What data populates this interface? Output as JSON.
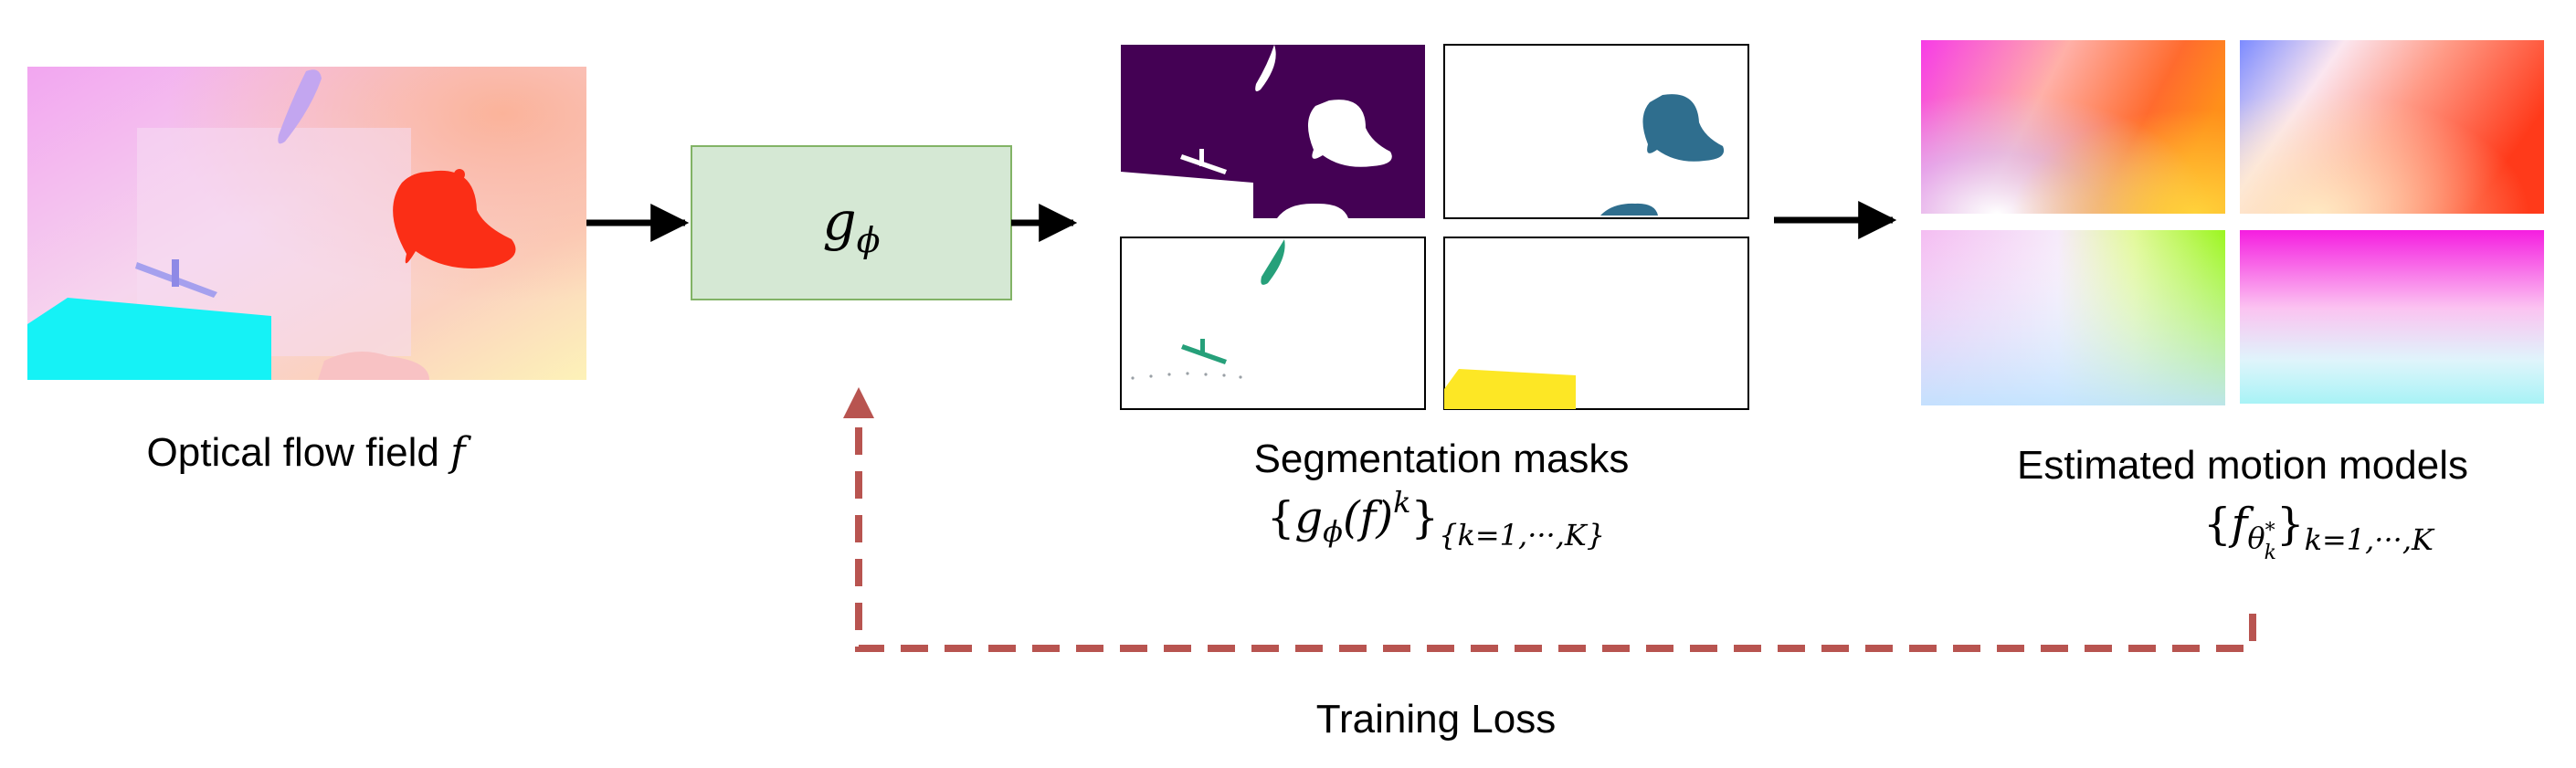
{
  "input": {
    "caption": "Optical flow field",
    "caption_symbol": "f"
  },
  "network": {
    "symbol": "g",
    "subscript": "ϕ",
    "fill": "#d5e8d4",
    "stroke": "#82b366"
  },
  "masks": {
    "caption": "Segmentation masks",
    "formula": {
      "open": "{",
      "body": "g",
      "body_sub": "ϕ",
      "arg": "(f)",
      "power": "k",
      "close": "}",
      "range": "{k=1,···,K}"
    },
    "colors": [
      "#440154",
      "#2f6e8e",
      "#26a07a",
      "#fde725"
    ]
  },
  "models": {
    "caption": "Estimated motion models",
    "formula": {
      "open": "{",
      "body": "f",
      "sub": "θ",
      "sub_sub": "k",
      "sub_sup": "*",
      "close": "}",
      "range": "k=1,···,K"
    }
  },
  "loss": {
    "caption": "Training Loss",
    "color": "#b85450"
  }
}
